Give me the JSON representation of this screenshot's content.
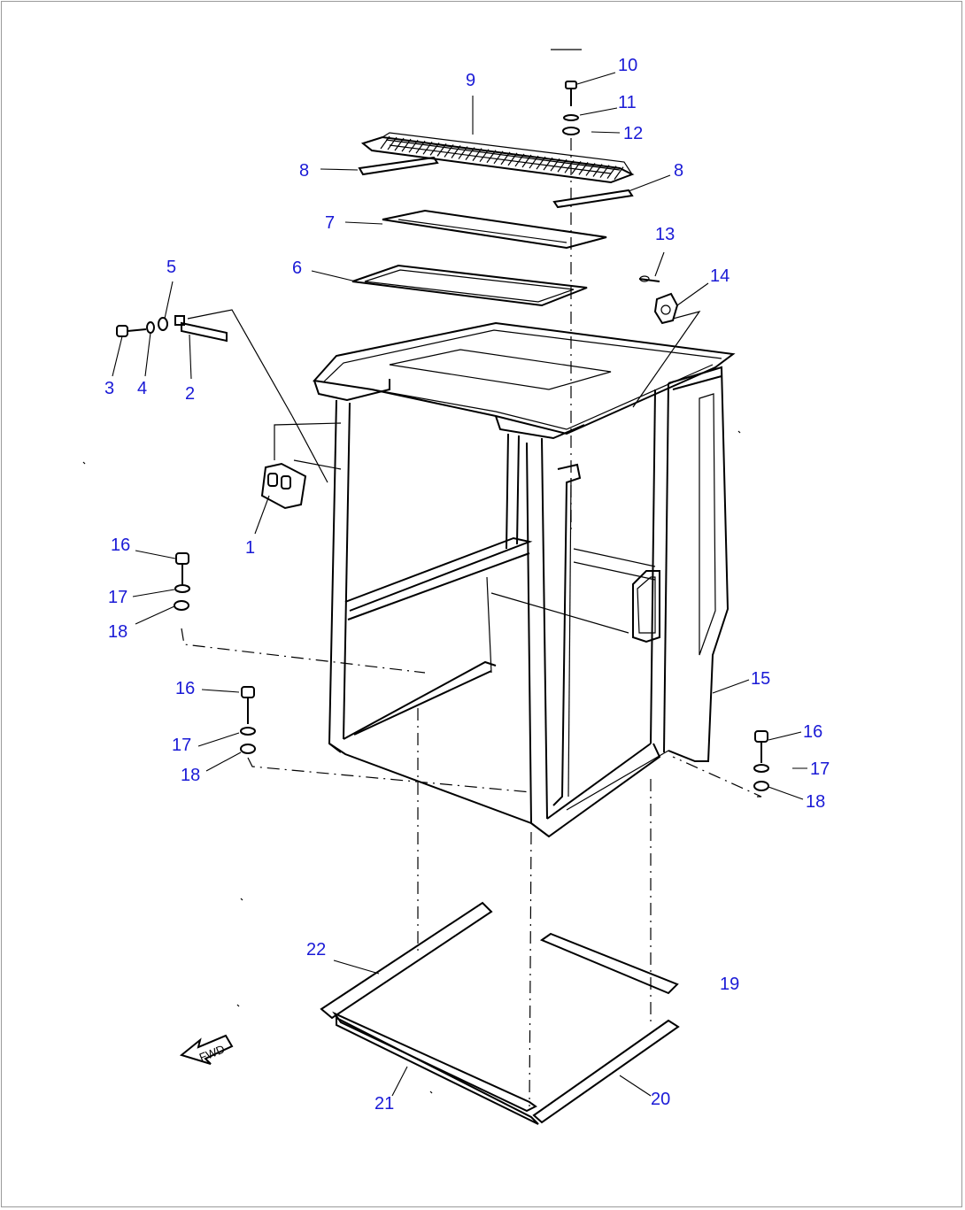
{
  "diagram": {
    "callouts": [
      {
        "id": "c1",
        "label": "1"
      },
      {
        "id": "c2",
        "label": "2"
      },
      {
        "id": "c3",
        "label": "3"
      },
      {
        "id": "c4",
        "label": "4"
      },
      {
        "id": "c5",
        "label": "5"
      },
      {
        "id": "c6",
        "label": "6"
      },
      {
        "id": "c7",
        "label": "7"
      },
      {
        "id": "c8a",
        "label": "8"
      },
      {
        "id": "c8b",
        "label": "8"
      },
      {
        "id": "c9",
        "label": "9"
      },
      {
        "id": "c10",
        "label": "10"
      },
      {
        "id": "c11",
        "label": "11"
      },
      {
        "id": "c12",
        "label": "12"
      },
      {
        "id": "c13",
        "label": "13"
      },
      {
        "id": "c14",
        "label": "14"
      },
      {
        "id": "c15",
        "label": "15"
      },
      {
        "id": "c16a",
        "label": "16"
      },
      {
        "id": "c17a",
        "label": "17"
      },
      {
        "id": "c18a",
        "label": "18"
      },
      {
        "id": "c16b",
        "label": "16"
      },
      {
        "id": "c17b",
        "label": "17"
      },
      {
        "id": "c18b",
        "label": "18"
      },
      {
        "id": "c16c",
        "label": "16"
      },
      {
        "id": "c17c",
        "label": "17"
      },
      {
        "id": "c18c",
        "label": "18"
      },
      {
        "id": "c19",
        "label": "19"
      },
      {
        "id": "c20",
        "label": "20"
      },
      {
        "id": "c21",
        "label": "21"
      },
      {
        "id": "c22",
        "label": "22"
      }
    ],
    "fwd_label": "FWD",
    "colors": {
      "callout": "#1a1ad6",
      "line": "#000000",
      "frame": "#9a9a9a"
    }
  }
}
